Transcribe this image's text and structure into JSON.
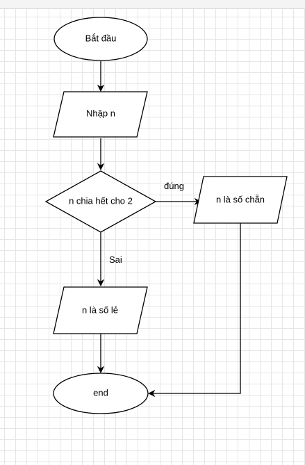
{
  "flowchart": {
    "start_label": "Bắt đầu",
    "input_label": "Nhập n",
    "decision_label": "n chia hết cho 2",
    "even_label": "n là số chẵn",
    "odd_label": "n là số lẻ",
    "end_label": "end",
    "true_branch_label": "đúng",
    "false_branch_label": "Sai"
  },
  "colors": {
    "stroke": "#000000",
    "fill": "#ffffff",
    "grid": "#e6e6e6"
  }
}
